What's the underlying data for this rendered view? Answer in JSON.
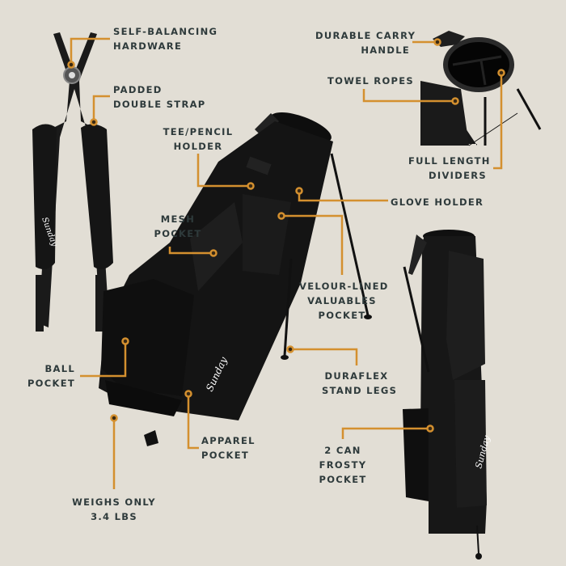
{
  "page": {
    "background": "#e2ded5",
    "accent_color": "#d4902f",
    "text_color": "#2e3a3b",
    "product_color": "#141414"
  },
  "callouts": [
    {
      "id": "self-balancing-hardware",
      "lines": [
        "SELF-BALANCING",
        "HARDWARE"
      ]
    },
    {
      "id": "padded-double-strap",
      "lines": [
        "PADDED",
        "DOUBLE STRAP"
      ]
    },
    {
      "id": "tee-pencil-holder",
      "lines": [
        "TEE/PENCIL",
        "HOLDER"
      ]
    },
    {
      "id": "mesh-pocket",
      "lines": [
        "MESH",
        "POCKET"
      ]
    },
    {
      "id": "ball-pocket",
      "lines": [
        "BALL",
        "POCKET"
      ]
    },
    {
      "id": "weighs-only",
      "lines": [
        "WEIGHS ONLY",
        "3.4 LBS"
      ]
    },
    {
      "id": "apparel-pocket",
      "lines": [
        "APPAREL",
        "POCKET"
      ]
    },
    {
      "id": "durable-carry-handle",
      "lines": [
        "DURABLE CARRY",
        "HANDLE"
      ]
    },
    {
      "id": "towel-ropes",
      "lines": [
        "TOWEL ROPES"
      ]
    },
    {
      "id": "full-length-dividers",
      "lines": [
        "FULL LENGTH",
        "DIVIDERS"
      ]
    },
    {
      "id": "glove-holder",
      "lines": [
        "GLOVE HOLDER"
      ]
    },
    {
      "id": "velour-lined-valuables-pocket",
      "lines": [
        "VELOUR-LINED",
        "VALUABLES",
        "POCKET"
      ]
    },
    {
      "id": "duraflex-stand-legs",
      "lines": [
        "DURAFLEX",
        "STAND LEGS"
      ]
    },
    {
      "id": "two-can-frosty-pocket",
      "lines": [
        "2 CAN",
        "FROSTY",
        "POCKET"
      ]
    }
  ],
  "brand": {
    "logo_text": "Sunday"
  }
}
